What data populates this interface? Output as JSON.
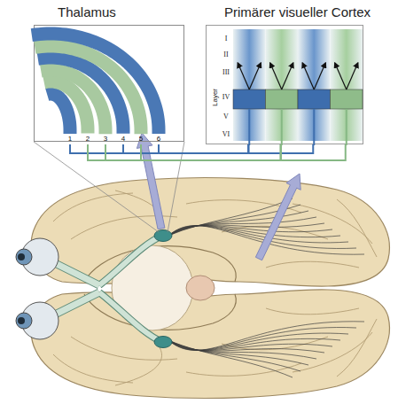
{
  "diagram": {
    "nodes": [
      {
        "text": [
          "Thalamus"
        ]
      },
      {
        "text": [
          "1"
        ],
        "in": 0
      },
      {
        "text": [
          "2"
        ],
        "in": 0
      },
      {
        "text": [
          "3"
        ],
        "in": 0
      },
      {
        "text": [
          "4"
        ],
        "in": 0
      },
      {
        "text": [
          "5"
        ],
        "in": 0
      },
      {
        "text": [
          "6"
        ],
        "in": 0
      },
      {
        "text": [
          "Primärer visueller Cortex"
        ]
      }
    ],
    "edges": [
      {
        "from": 1,
        "to": 7,
        "arrow": "none"
      },
      {
        "from": 2,
        "to": 7,
        "arrow": "none"
      },
      {
        "from": 3,
        "to": 7,
        "arrow": "none"
      },
      {
        "from": 4,
        "to": 7,
        "arrow": "none"
      },
      {
        "from": 5,
        "to": 7,
        "arrow": "none"
      },
      {
        "from": 6,
        "to": 7,
        "arrow": "none"
      }
    ],
    "labels": [
      "I",
      "II",
      "III",
      "IV",
      "V",
      "VI",
      "Layer"
    ]
  }
}
